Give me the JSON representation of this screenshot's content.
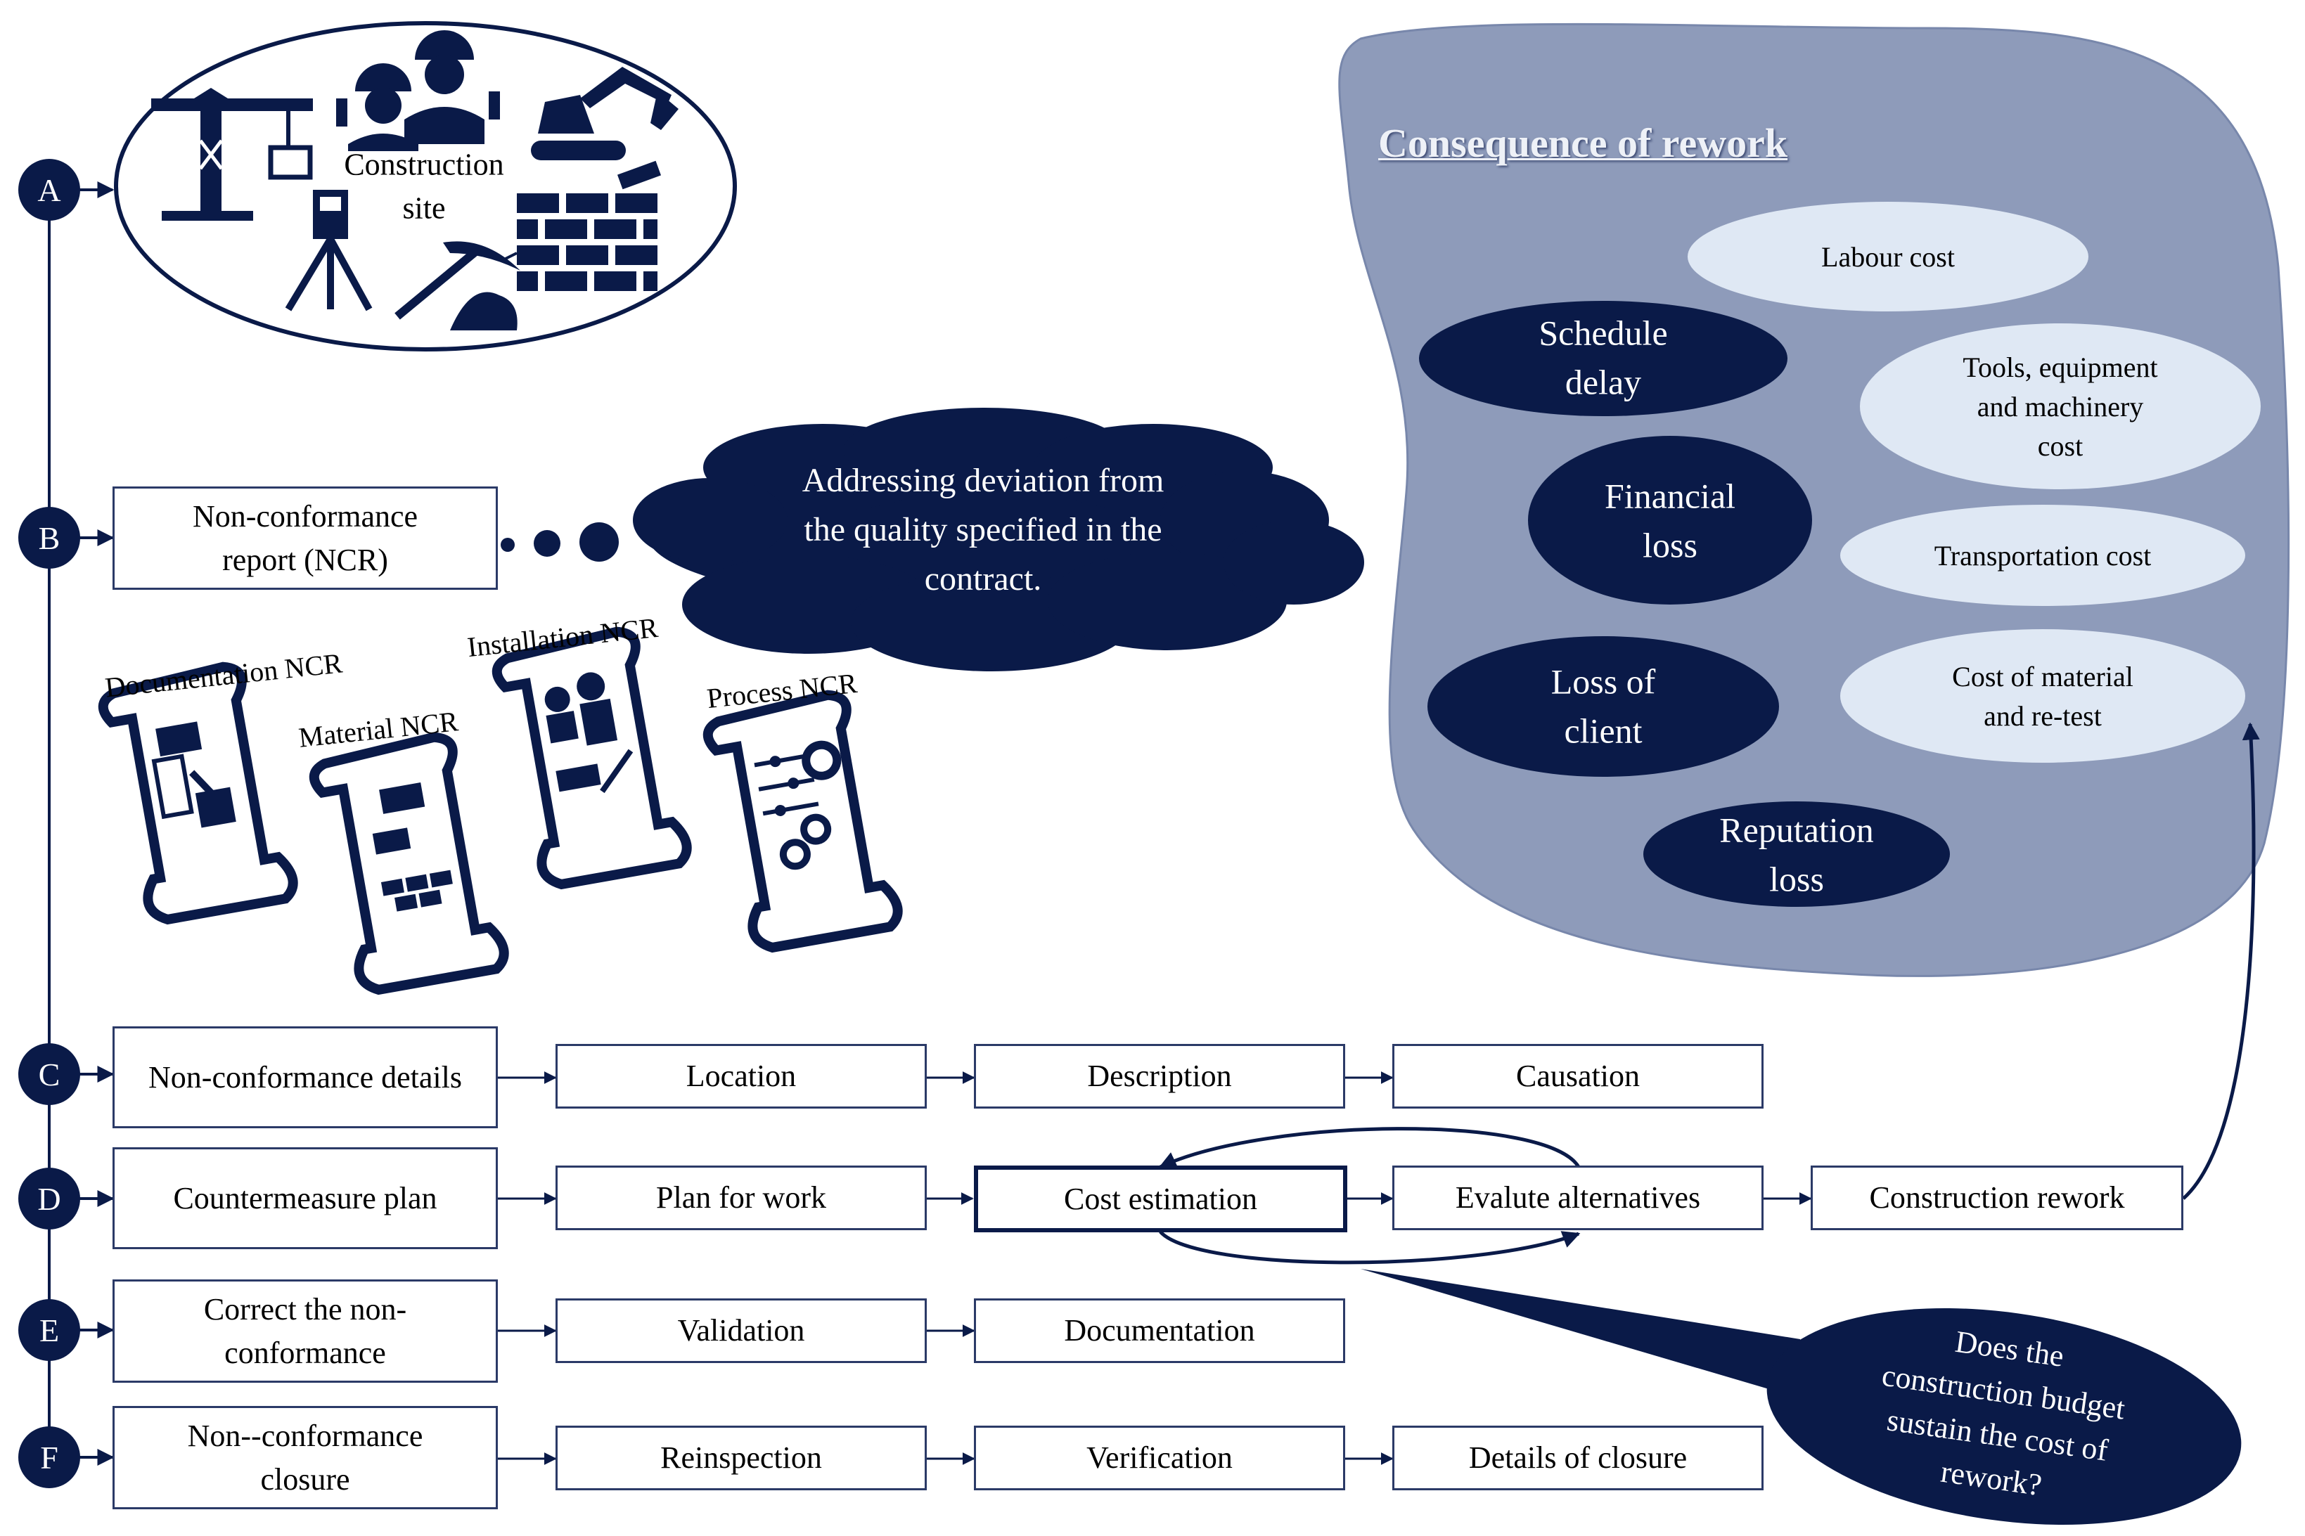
{
  "steps": [
    "A",
    "B",
    "C",
    "D",
    "E",
    "F"
  ],
  "construction_site": "Construction site",
  "construction_site_lines": [
    "Construction",
    "site"
  ],
  "ncr_report": "Non-conformance report (NCR)",
  "ncr_report_lines": [
    "Non-conformance",
    "report (NCR)"
  ],
  "deviation_text": "Addressing deviation from the quality specified in the contract.",
  "deviation_lines": [
    "Addressing deviation from",
    "the quality specified in the",
    "contract."
  ],
  "ncr_types": [
    "Documentation NCR",
    "Material NCR",
    "Installation NCR",
    "Process NCR"
  ],
  "consequence_title": "Consequence of rework",
  "consequences_dark": [
    {
      "text": "Schedule delay",
      "lines": [
        "Schedule",
        "delay"
      ]
    },
    {
      "text": "Financial loss",
      "lines": [
        "Financial",
        "loss"
      ]
    },
    {
      "text": "Loss of client",
      "lines": [
        "Loss of",
        "client"
      ]
    },
    {
      "text": "Reputation loss",
      "lines": [
        "Reputation",
        "loss"
      ]
    }
  ],
  "consequences_light": [
    {
      "text": "Labour cost",
      "lines": [
        "Labour cost"
      ]
    },
    {
      "text": "Tools, equipment and machinery cost",
      "lines": [
        "Tools, equipment",
        "and machinery",
        "cost"
      ]
    },
    {
      "text": "Transportation cost",
      "lines": [
        "Transportation  cost"
      ]
    },
    {
      "text": "Cost of material and re-test",
      "lines": [
        "Cost of material",
        "and re-test"
      ]
    }
  ],
  "row_c": [
    "Non-conformance details",
    "Location",
    "Description",
    "Causation"
  ],
  "row_d": [
    "Countermeasure plan",
    "Plan for work",
    "Cost estimation",
    "Evalute alternatives",
    "Construction rework"
  ],
  "row_e": [
    "Correct the non-conformance",
    "Validation",
    "Documentation"
  ],
  "row_f": [
    "Non--conformance closure",
    "Reinspection",
    "Verification",
    "Details of closure"
  ],
  "budget_question": "Does the construction budget sustain the cost of rework?",
  "budget_lines": [
    "Does the",
    "construction budget",
    "sustain the cost of",
    "rework?"
  ],
  "colors": {
    "navy": "#0a1a48",
    "blob": "#8e9bba",
    "light": "#dfe8f4",
    "border": "#2b3a67"
  },
  "icons": [
    "crane-icon",
    "workers-icon",
    "excavator-icon",
    "bricks-icon",
    "surveyor-icon",
    "pickaxe-icon",
    "scroll-icon",
    "gear-icon"
  ]
}
